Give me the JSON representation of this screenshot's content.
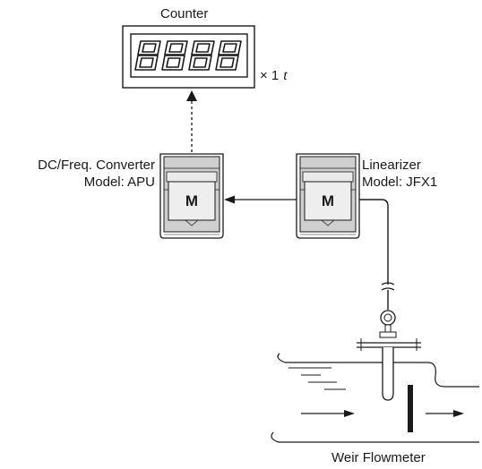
{
  "counter": {
    "title": "Counter",
    "display": "8888",
    "multiplier_symbol": "× 1",
    "multiplier_unit": "t"
  },
  "converter": {
    "name": "DC/Freq. Converter",
    "model": "Model: APU",
    "badge": "M"
  },
  "linearizer": {
    "name": "Linearizer",
    "model": "Model: JFX1",
    "badge": "M"
  },
  "flowmeter": {
    "name": "Weir Flowmeter"
  }
}
